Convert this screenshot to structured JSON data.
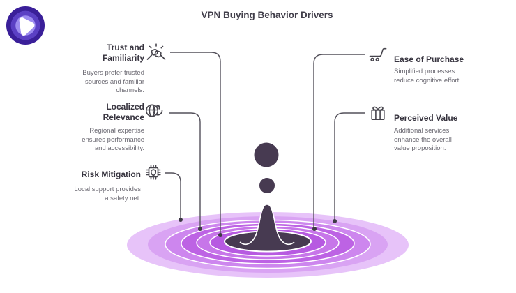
{
  "title": "VPN Buying Behavior Drivers",
  "logo": {
    "outer_color": "#3a1f99",
    "mid_color": "#5b40c4",
    "inner_color": "#9d8cf0",
    "glyph_color": "#ffffff"
  },
  "items": {
    "left": [
      {
        "title": "Trust and\nFamiliarity",
        "desc": "Buyers prefer trusted\nsources and familiar\nchannels.",
        "icon": "handshake-icon"
      },
      {
        "title": "Localized\nRelevance",
        "desc": "Regional expertise\nensures performance\nand accessibility.",
        "icon": "globe-sync-icon"
      },
      {
        "title": "Risk Mitigation",
        "desc": "Local support provides\na safety net.",
        "icon": "chip-shield-icon"
      }
    ],
    "right": [
      {
        "title": "Ease of Purchase",
        "desc": "Simplified processes\nreduce cognitive effort.",
        "icon": "cart-icon"
      },
      {
        "title": "Perceived Value",
        "desc": "Additional services\nenhance the overall\nvalue proposition.",
        "icon": "gift-icon"
      }
    ]
  },
  "graphic": {
    "droplet_color": "#473a51",
    "ring_stroke": "#ffffff",
    "connector_color": "#53505a",
    "dot_color": "#3e3a45",
    "ripple_bands": [
      "#e7c3f9",
      "#d9a3f3",
      "#cd86ee",
      "#bd63e4",
      "#c776e9",
      "#b75ae1"
    ]
  }
}
